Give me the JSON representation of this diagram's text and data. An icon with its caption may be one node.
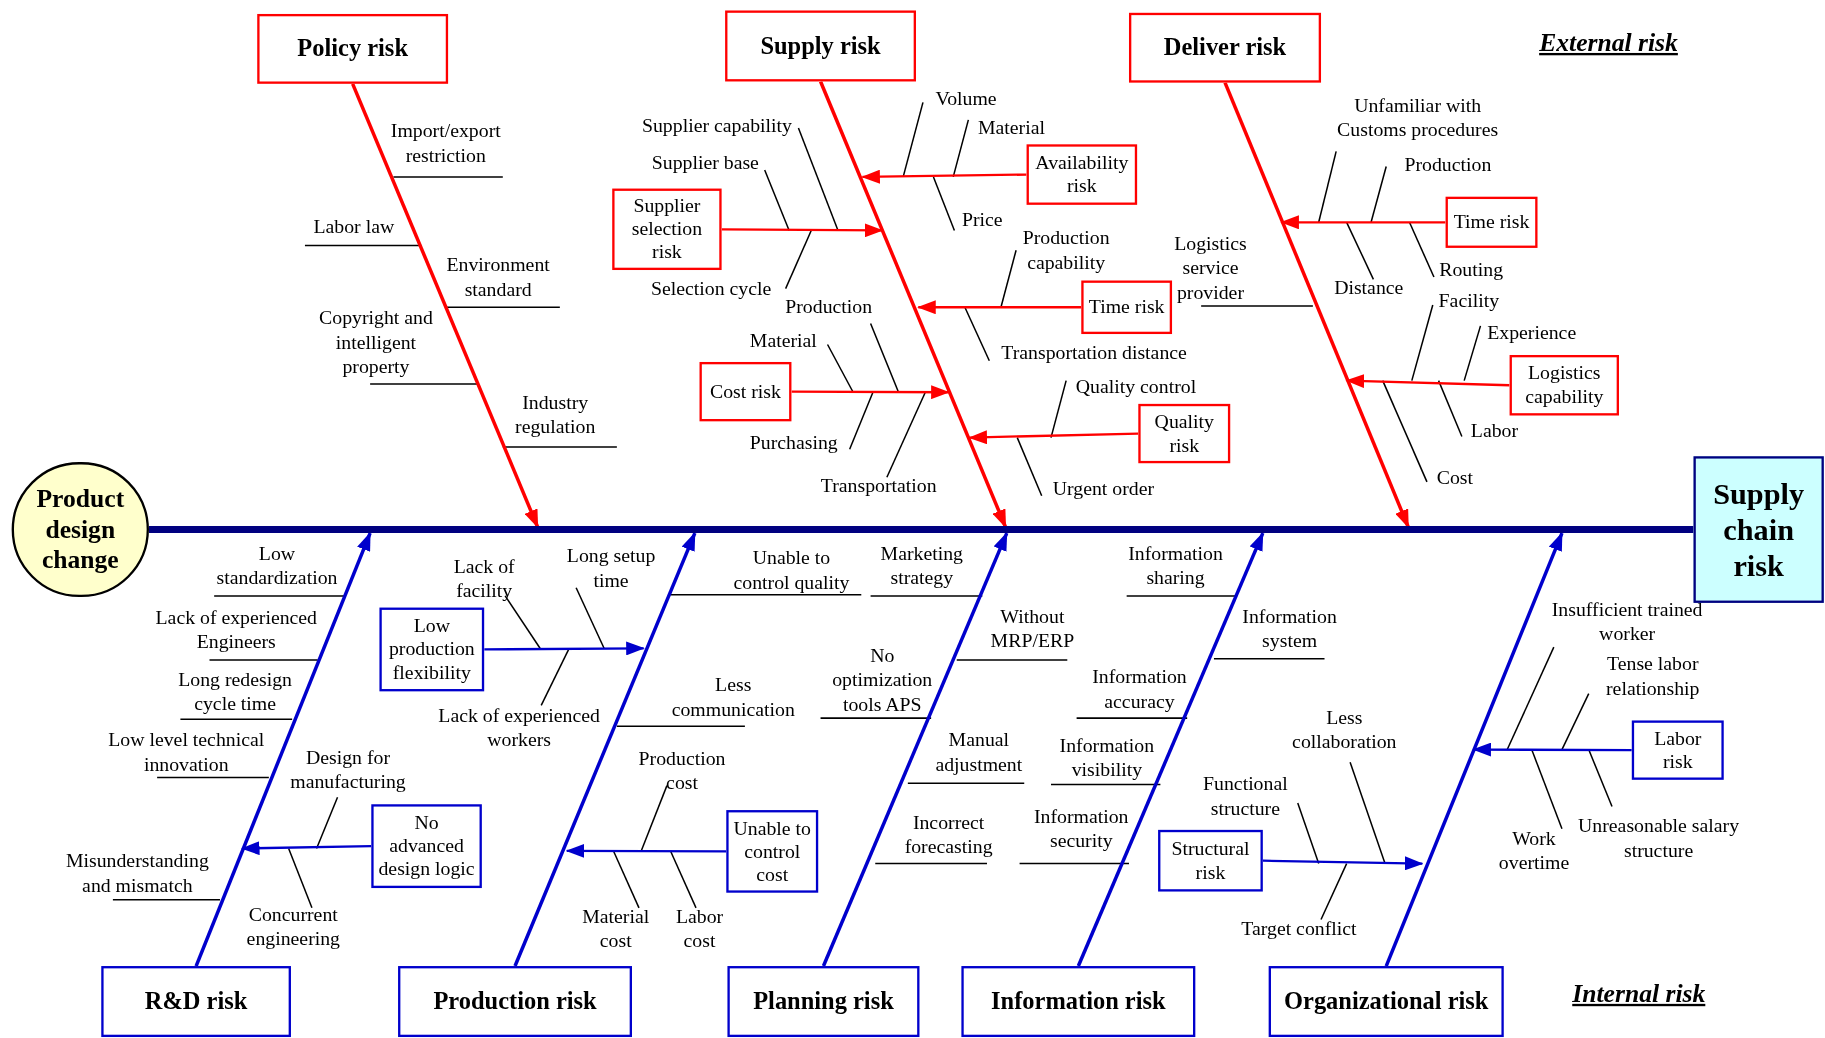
{
  "diagram": {
    "nodes": [
      {
        "text": [
          "Policy risk"
        ]
      },
      {
        "text": [
          "Supply risk"
        ]
      },
      {
        "text": [
          "Deliver risk"
        ]
      },
      {
        "text": [
          "Supplier selection risk"
        ]
      },
      {
        "text": [
          "Availability risk"
        ]
      },
      {
        "text": [
          "Time risk"
        ]
      },
      {
        "text": [
          "Cost risk"
        ]
      },
      {
        "text": [
          "Quality risk"
        ]
      },
      {
        "text": [
          "Time risk"
        ]
      },
      {
        "text": [
          "Logistics capability"
        ]
      },
      {
        "text": [
          "Product design change"
        ]
      },
      {
        "text": [
          "Supply chain risk"
        ]
      },
      {
        "text": [
          "Low production flexibility"
        ]
      },
      {
        "text": [
          "No advanced design logic"
        ]
      },
      {
        "text": [
          "Unable to control cost"
        ]
      },
      {
        "text": [
          "Structural risk"
        ]
      },
      {
        "text": [
          "Labor risk"
        ]
      },
      {
        "text": [
          "R&D risk"
        ]
      },
      {
        "text": [
          "Production risk"
        ]
      },
      {
        "text": [
          "Planning risk"
        ]
      },
      {
        "text": [
          "Information risk"
        ]
      },
      {
        "text": [
          "Organizational risk"
        ]
      }
    ],
    "edges": [
      {
        "from": 0,
        "to": null,
        "arrow": "to",
        "color": "#ff0000"
      },
      {
        "from": 1,
        "to": null,
        "arrow": "to",
        "color": "#ff0000"
      },
      {
        "from": 2,
        "to": null,
        "arrow": "to",
        "color": "#ff0000"
      },
      {
        "from": 17,
        "to": null,
        "arrow": "to",
        "color": "#0000cc"
      },
      {
        "from": 18,
        "to": null,
        "arrow": "to",
        "color": "#0000cc"
      },
      {
        "from": 19,
        "to": null,
        "arrow": "to",
        "color": "#0000cc"
      },
      {
        "from": 20,
        "to": null,
        "arrow": "to",
        "color": "#0000cc"
      },
      {
        "from": 21,
        "to": null,
        "arrow": "to",
        "color": "#0000cc"
      },
      {
        "from": 10,
        "to": 11,
        "arrow": "none",
        "style": "thick",
        "color": "#000080"
      },
      {
        "from": 3,
        "to": null,
        "arrow": "to",
        "color": "#ff0000"
      },
      {
        "from": 4,
        "to": null,
        "arrow": "to",
        "color": "#ff0000"
      },
      {
        "from": 5,
        "to": null,
        "arrow": "to",
        "color": "#ff0000"
      },
      {
        "from": 6,
        "to": null,
        "arrow": "to",
        "color": "#ff0000"
      },
      {
        "from": 7,
        "to": null,
        "arrow": "to",
        "color": "#ff0000"
      },
      {
        "from": 8,
        "to": null,
        "arrow": "to",
        "color": "#ff0000"
      },
      {
        "from": 9,
        "to": null,
        "arrow": "to",
        "color": "#ff0000"
      },
      {
        "from": 12,
        "to": null,
        "arrow": "to",
        "color": "#0000cc"
      },
      {
        "from": 13,
        "to": null,
        "arrow": "to",
        "color": "#0000cc"
      },
      {
        "from": 14,
        "to": null,
        "arrow": "to",
        "color": "#0000cc"
      },
      {
        "from": 15,
        "to": null,
        "arrow": "to",
        "color": "#0000cc"
      },
      {
        "from": 16,
        "to": null,
        "arrow": "to",
        "color": "#0000cc"
      }
    ],
    "labels": [
      "External risk",
      "Import/export restriction",
      "Labor law",
      "Environment standard",
      "Copyright and intelligent property",
      "Industry regulation",
      "Volume",
      "Supplier capability",
      "Material",
      "Supplier base",
      "Price",
      "Selection cycle",
      "Production capability",
      "Transportation distance",
      "Production",
      "Material",
      "Purchasing",
      "Transportation",
      "Quality control",
      "Urgent order",
      "Unfamiliar with Customs procedures",
      "Production",
      "Distance",
      "Routing",
      "Logistics service provider",
      "Facility",
      "Experience",
      "Labor",
      "Cost",
      "Low standardization",
      "Lack of experienced Engineers",
      "Long redesign cycle time",
      "Low level technical innovation",
      "Design for manufacturing",
      "Misunderstanding and mismatch",
      "Concurrent engineering",
      "Lack of facility",
      "Long setup time",
      "Lack of experienced workers",
      "Unable to control quality",
      "Less communication",
      "Production cost",
      "Material cost",
      "Labor cost",
      "Marketing strategy",
      "Without MRP/ERP",
      "No optimization tools APS",
      "Manual adjustment",
      "Incorrect forecasting",
      "Information sharing",
      "Information system",
      "Information accuracy",
      "Information visibility",
      "Information security",
      "Less collaboration",
      "Functional structure",
      "Target conflict",
      "Insufficient trained worker",
      "Tense labor relationship",
      "Work overtime",
      "Unreasonable salary structure",
      "Internal risk"
    ]
  }
}
